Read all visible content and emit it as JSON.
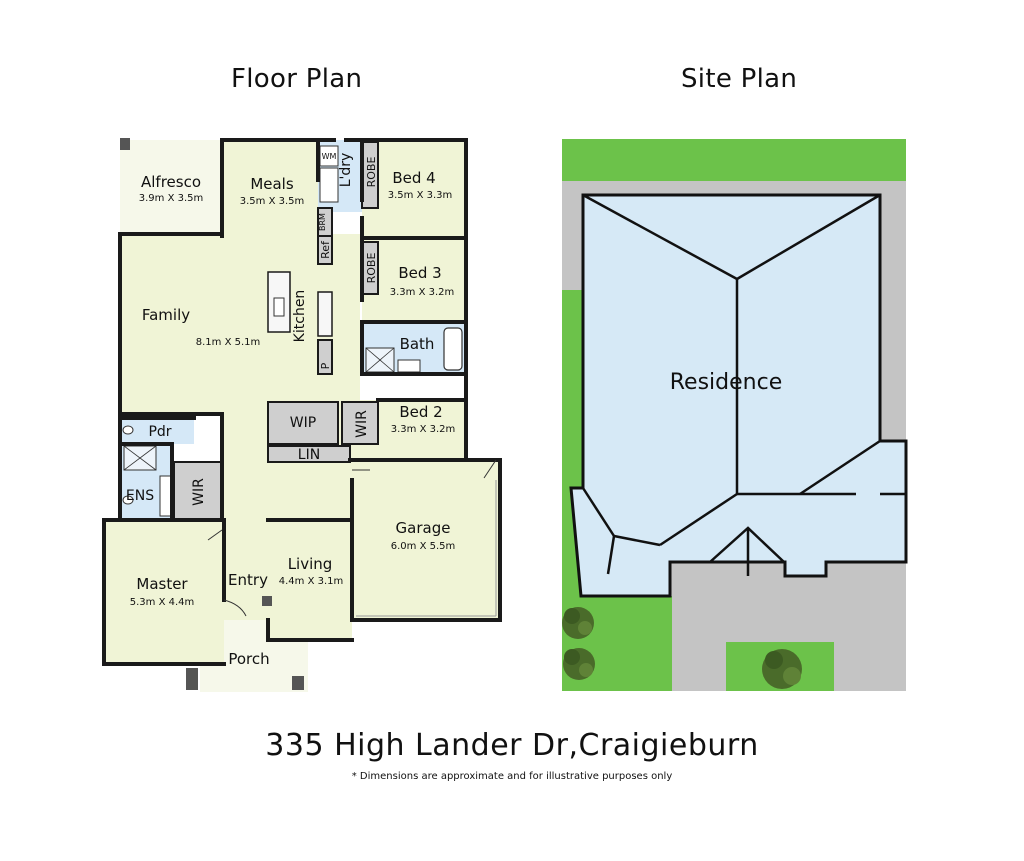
{
  "titles": {
    "floor_plan": "Floor Plan",
    "site_plan": "Site Plan"
  },
  "rooms": {
    "alfresco": {
      "name": "Alfresco",
      "dims": "3.9m X 3.5m"
    },
    "meals": {
      "name": "Meals",
      "dims": "3.5m X 3.5m"
    },
    "family": {
      "name": "Family",
      "dims": "8.1m X 5.1m"
    },
    "kitchen": {
      "name": "Kitchen"
    },
    "laundry": {
      "name": "L'dry"
    },
    "bed4": {
      "name": "Bed 4",
      "dims": "3.5m X 3.3m"
    },
    "bed3": {
      "name": "Bed 3",
      "dims": "3.3m X 3.2m"
    },
    "bath": {
      "name": "Bath"
    },
    "bed2": {
      "name": "Bed 2",
      "dims": "3.3m X 3.2m"
    },
    "garage": {
      "name": "Garage",
      "dims": "6.0m X 5.5m"
    },
    "living": {
      "name": "Living",
      "dims": "4.4m X 3.1m"
    },
    "master": {
      "name": "Master",
      "dims": "5.3m X 4.4m"
    },
    "entry": {
      "name": "Entry"
    },
    "porch": {
      "name": "Porch"
    },
    "pdr": {
      "name": "Pdr"
    },
    "ens": {
      "name": "ENS"
    }
  },
  "fixtures": {
    "wm": "WM",
    "brm": "BRM",
    "ref": "Ref",
    "p": "P",
    "robe_bed4": "ROBE",
    "robe_bed3": "ROBE",
    "wip": "WIP",
    "wir_bed2": "WIR",
    "lin": "LIN",
    "wir_master": "WIR"
  },
  "site": {
    "residence": "Residence"
  },
  "colors": {
    "room_fill": "#f0f4d6",
    "wet_area": "#d5e8f7",
    "storage": "#cfcfcf",
    "wall": "#1a1a1a",
    "lawn": "#6cc24a",
    "paving": "#c4c4c4",
    "roof": "#d6e9f6"
  },
  "footer": {
    "address": "335 High Lander Dr,Craigieburn",
    "disclaimer": "* Dimensions are approximate and for illustrative purposes only"
  }
}
